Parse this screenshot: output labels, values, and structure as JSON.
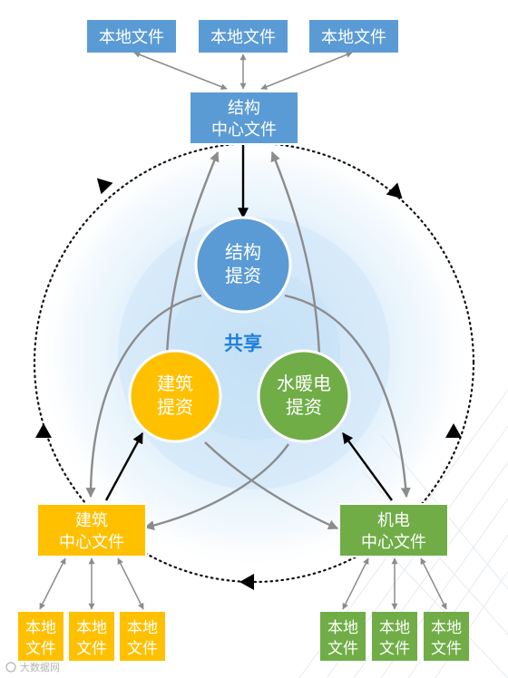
{
  "center_label": "共享",
  "colors": {
    "blue": "#5b9bd5",
    "orange": "#ffc000",
    "green": "#70ad47",
    "arrow_gray": "#8c8c8c",
    "arrow_black": "#000000",
    "center_text": "#1f7fd8"
  },
  "top_local_files": [
    {
      "label": "本地文件"
    },
    {
      "label": "本地文件"
    },
    {
      "label": "本地文件"
    }
  ],
  "structure_center": {
    "line1": "结构",
    "line2": "中心文件"
  },
  "circles": {
    "structure": {
      "line1": "结构",
      "line2": "提资"
    },
    "architecture": {
      "line1": "建筑",
      "line2": "提资"
    },
    "mep": {
      "line1": "水暖电",
      "line2": "提资"
    }
  },
  "architecture_center": {
    "line1": "建筑",
    "line2": "中心文件"
  },
  "mep_center": {
    "line1": "机电",
    "line2": "中心文件"
  },
  "bottom_left_local_files": [
    {
      "line1": "本地",
      "line2": "文件"
    },
    {
      "line1": "本地",
      "line2": "文件"
    },
    {
      "line1": "本地",
      "line2": "文件"
    }
  ],
  "bottom_right_local_files": [
    {
      "line1": "本地",
      "line2": "文件"
    },
    {
      "line1": "本地",
      "line2": "文件"
    },
    {
      "line1": "本地",
      "line2": "文件"
    }
  ],
  "watermark": "大数据网"
}
